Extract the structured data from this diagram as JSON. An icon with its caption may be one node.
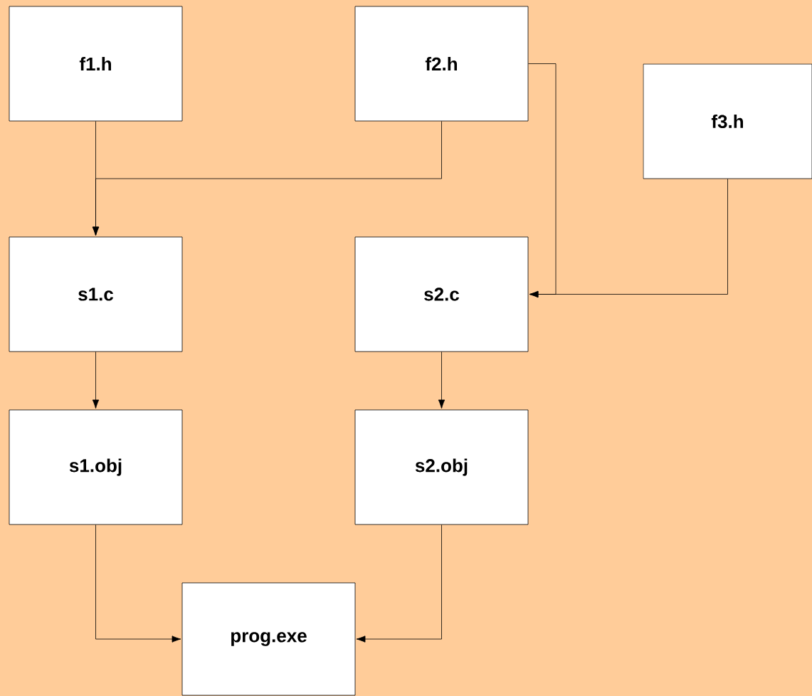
{
  "diagram": {
    "nodes": [
      {
        "text": [
          "f1.h"
        ]
      },
      {
        "text": [
          "f2.h"
        ]
      },
      {
        "text": [
          "f3.h"
        ]
      },
      {
        "text": [
          "s1.c"
        ]
      },
      {
        "text": [
          "s2.c"
        ]
      },
      {
        "text": [
          "s1.obj"
        ]
      },
      {
        "text": [
          "s2.obj"
        ]
      },
      {
        "text": [
          "prog.exe"
        ]
      }
    ],
    "edges": [
      {
        "from": 0,
        "to": 3,
        "arrow": "to"
      },
      {
        "from": 1,
        "to": 3,
        "arrow": "to"
      },
      {
        "from": 1,
        "to": 4,
        "arrow": "to"
      },
      {
        "from": 2,
        "to": 4,
        "arrow": "to"
      },
      {
        "from": 3,
        "to": 5,
        "arrow": "to"
      },
      {
        "from": 4,
        "to": 6,
        "arrow": "to"
      },
      {
        "from": 5,
        "to": 7,
        "arrow": "to"
      },
      {
        "from": 6,
        "to": 7,
        "arrow": "to"
      }
    ]
  }
}
